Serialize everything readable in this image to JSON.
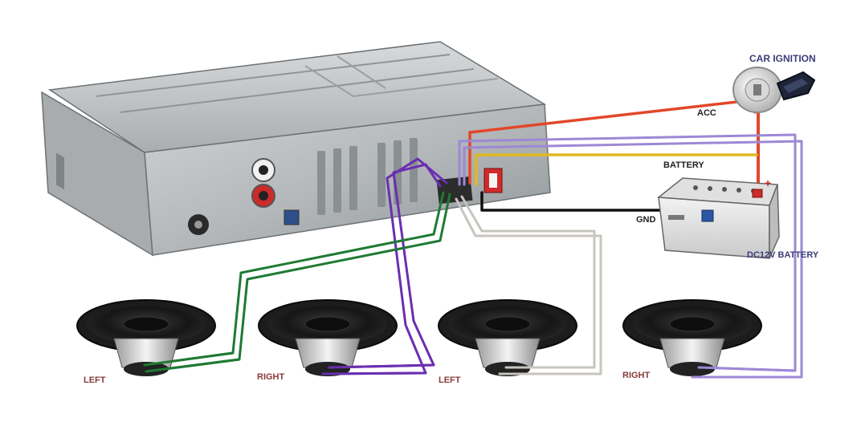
{
  "labels": {
    "car_ignition": "CAR IGNITION",
    "acc": "ACC",
    "battery": "BATTERY",
    "gnd": "GND",
    "dc12v_battery": "DC12V BATTERY",
    "plus": "+",
    "speaker_1": "LEFT",
    "speaker_2": "RIGHT",
    "speaker_3": "LEFT",
    "speaker_4": "RIGHT"
  },
  "colors": {
    "acc_wire": "#e2472a",
    "battery_wire": "#e0b820",
    "gnd_wire": "#111111",
    "speaker_1_wire": "#1f7a34",
    "speaker_2_wire": "#6a2fb0",
    "speaker_3_wire": "#c8c4bf",
    "speaker_4_wire": "#9d88d6",
    "label_text": "#222222",
    "heading_text": "#3c3c7a",
    "speaker_label_text": "#8a3a3a"
  },
  "icons": {
    "head_unit": "car-stereo-head-unit",
    "ignition": "ignition-key-icon",
    "battery": "car-battery-icon",
    "speaker": "subwoofer-speaker-icon"
  }
}
